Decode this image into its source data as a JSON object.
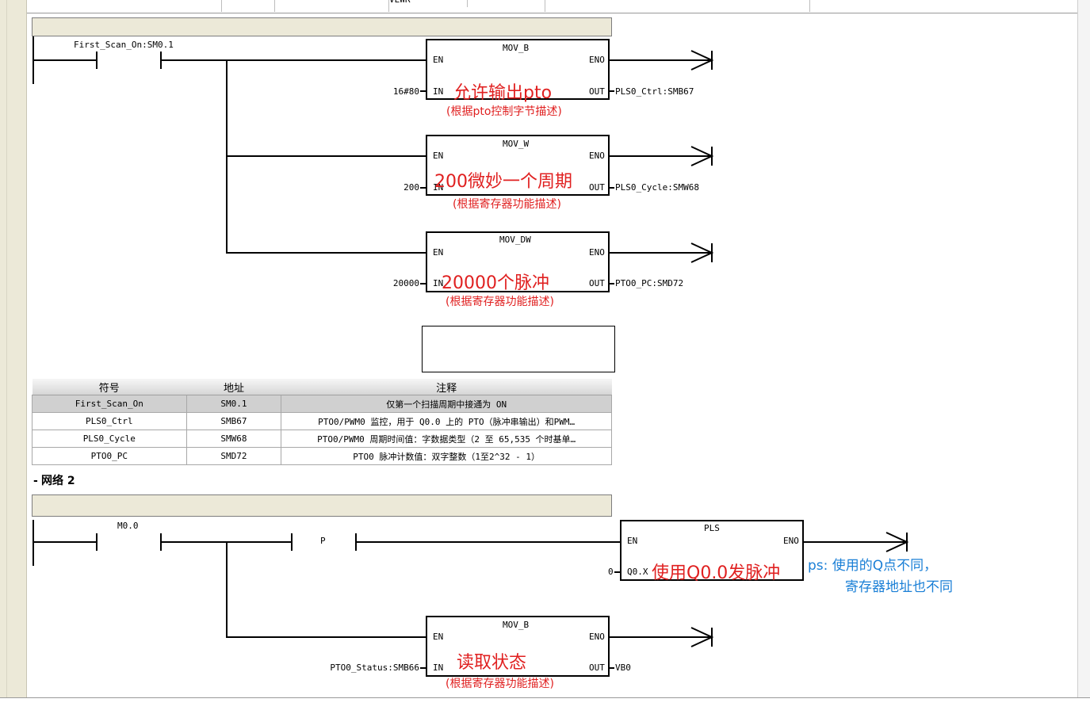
{
  "window": {
    "top_strip_fragment": "VEWR"
  },
  "network1": {
    "contact": {
      "label": "First_Scan_On:SM0.1"
    },
    "boxes": [
      {
        "name": "MOV_B",
        "en": "EN",
        "eno": "ENO",
        "in_label": "IN",
        "out_label": "OUT",
        "in_value": "16#80",
        "out_value": "PLS0_Ctrl:SMB67",
        "annotation": "允许输出pto",
        "note": "(根据pto控制字节描述)"
      },
      {
        "name": "MOV_W",
        "en": "EN",
        "eno": "ENO",
        "in_label": "IN",
        "out_label": "OUT",
        "in_value": "200",
        "out_value": "PLS0_Cycle:SMW68",
        "annotation": "200微妙一个周期",
        "note": "(根据寄存器功能描述)"
      },
      {
        "name": "MOV_DW",
        "en": "EN",
        "eno": "ENO",
        "in_label": "IN",
        "out_label": "OUT",
        "in_value": "20000",
        "out_value": "PTO0_PC:SMD72",
        "annotation": "20000个脉冲",
        "note": "(根据寄存器功能描述)"
      }
    ]
  },
  "symbol_table": {
    "headers": [
      "符号",
      "地址",
      "注释"
    ],
    "rows": [
      [
        "First_Scan_On",
        "SM0.1",
        "仅第一个扫描周期中接通为 ON"
      ],
      [
        "PLS0_Ctrl",
        "SMB67",
        "PTO0/PWM0 监控，用于 Q0.0 上的 PTO（脉冲串输出）和PWM…"
      ],
      [
        "PLS0_Cycle",
        "SMW68",
        "PTO0/PWM0 周期时间值：字数据类型（2 至 65,535 个时基单…"
      ],
      [
        "PTO0_PC",
        "SMD72",
        "PTO0 脉冲计数值：双字整数（1至2^32 - 1）"
      ]
    ]
  },
  "network2": {
    "toggle": "-",
    "title": "网络 2",
    "contact": {
      "label": "M0.0"
    },
    "edge": {
      "label": "P"
    },
    "pls": {
      "name": "PLS",
      "en": "EN",
      "eno": "ENO",
      "in_label": "Q0.X",
      "in_value": "0",
      "annotation": "使用Q0.0发脉冲"
    },
    "ps_note": {
      "line1": "ps:  使用的Q点不同，",
      "line2": "寄存器地址也不同"
    },
    "mov": {
      "name": "MOV_B",
      "en": "EN",
      "eno": "ENO",
      "in_label": "IN",
      "out_label": "OUT",
      "in_value": "PTO0_Status:SMB66",
      "out_value": "VB0",
      "annotation": "读取状态",
      "note": "(根据寄存器功能描述)"
    }
  },
  "colors": {
    "annotation": "#e02020",
    "note_blue": "#1a7fd6",
    "comment_bar": "#ece9d8",
    "table_selected_row": "#d0d0d0"
  }
}
